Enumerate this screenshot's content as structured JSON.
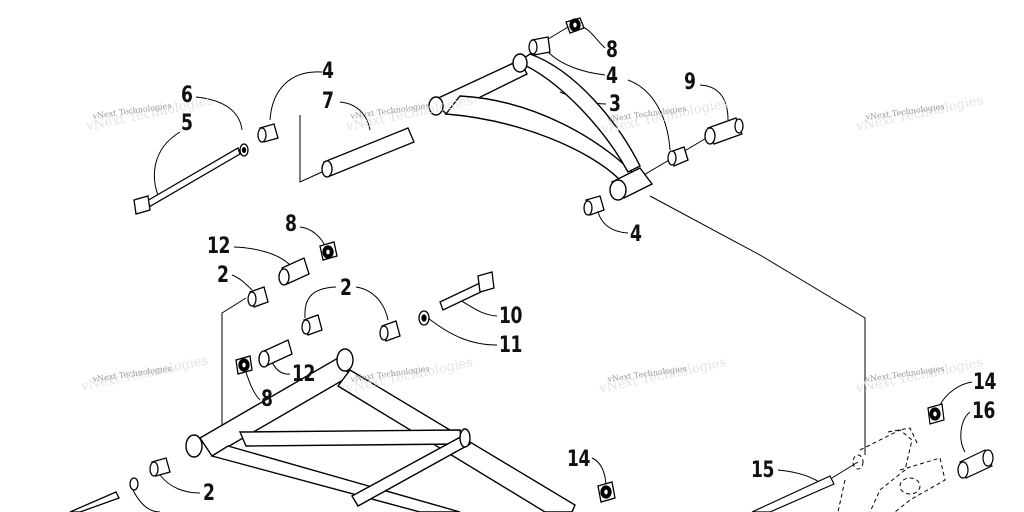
{
  "callouts": {
    "c8_top": "8",
    "c4_top": "4",
    "c3": "3",
    "c9": "9",
    "c4_right": "4",
    "c4_left": "4",
    "c7": "7",
    "c6": "6",
    "c5": "5",
    "c8_mid": "8",
    "c12_mid": "12",
    "c2_left": "2",
    "c2_mid": "2",
    "c10": "10",
    "c11": "11",
    "c12_low": "12",
    "c8_low": "8",
    "c2_bottom": "2",
    "c14_center": "14",
    "c15": "15",
    "c14_right": "14",
    "c16": "16"
  },
  "watermark": {
    "text": "vNext Technologies"
  }
}
